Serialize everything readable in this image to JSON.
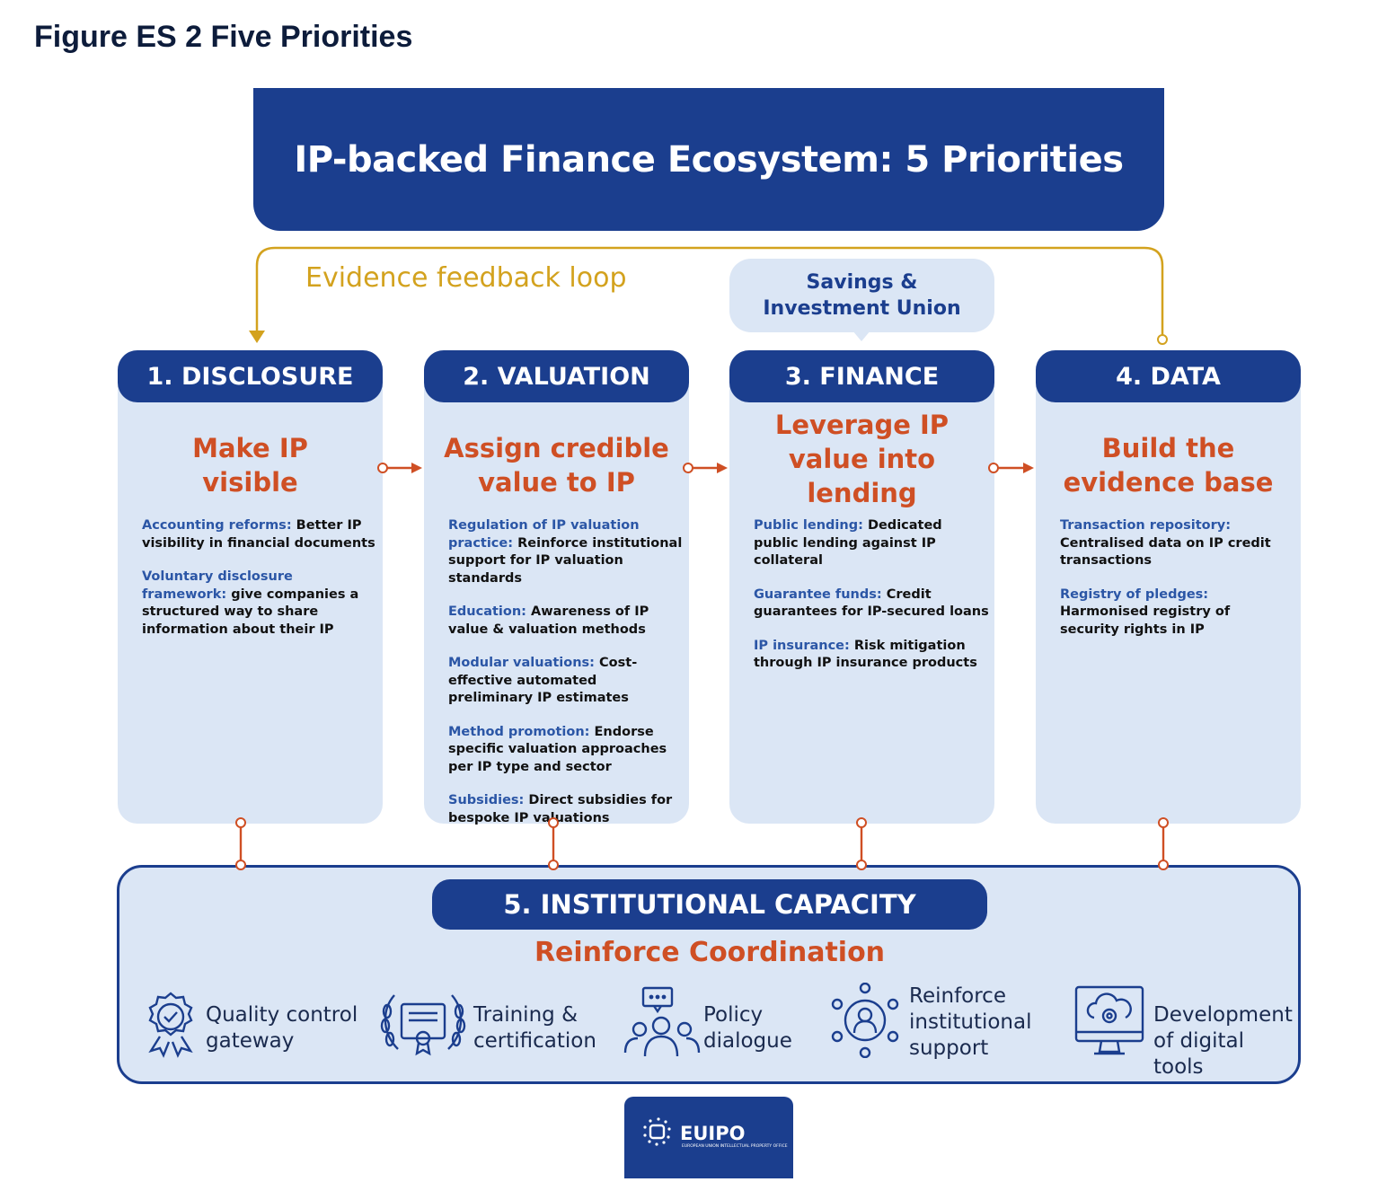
{
  "figure_title": "Figure ES 2 Five Priorities",
  "banner_title": "IP-backed Finance Ecosystem: 5 Priorities",
  "loop_label": "Evidence feedback loop",
  "callout": "Savings & Investment Union",
  "colors": {
    "navy": "#1b3e8e",
    "light_blue": "#dbe6f5",
    "orange": "#cf4f24",
    "gold": "#d3a21e",
    "link_blue": "#2b56a6"
  },
  "priorities": [
    {
      "header": "1. DISCLOSURE",
      "subtitle": "Make IP visible",
      "items": [
        {
          "key": "Accounting reforms:",
          "text": " Better IP visibility in financial documents"
        },
        {
          "key": "Voluntary disclosure framework:",
          "text": " give companies a structured way to share information about their IP"
        }
      ]
    },
    {
      "header": "2. VALUATION",
      "subtitle": "Assign credible value to IP",
      "items": [
        {
          "key": "Regulation of IP valuation practice:",
          "text": " Reinforce institutional support for IP valuation standards"
        },
        {
          "key": "Education:",
          "text": " Awareness of IP value & valuation methods"
        },
        {
          "key": "Modular valuations:",
          "text": " Cost-effective automated preliminary IP estimates"
        },
        {
          "key": "Method promotion:",
          "text": " Endorse specific valuation approaches per IP type and sector"
        },
        {
          "key": "Subsidies:",
          "text": " Direct subsidies for bespoke IP valuations"
        }
      ]
    },
    {
      "header": "3. FINANCE",
      "subtitle": "Leverage IP value into lending",
      "items": [
        {
          "key": "Public lending:",
          "text": " Dedicated public lending against IP collateral"
        },
        {
          "key": "Guarantee funds:",
          "text": " Credit guarantees for IP-secured loans"
        },
        {
          "key": "IP insurance:",
          "text": " Risk mitigation through IP insurance products"
        }
      ]
    },
    {
      "header": "4. DATA",
      "subtitle": "Build the evidence base",
      "items": [
        {
          "key": "Transaction repository:",
          "text": " Centralised data on IP credit transactions"
        },
        {
          "key": "Registry of pledges:",
          "text": " Harmonised registry of security rights in IP"
        }
      ]
    }
  ],
  "capacity": {
    "header": "5. INSTITUTIONAL CAPACITY",
    "subtitle": "Reinforce Coordination",
    "items": [
      {
        "label": "Quality control gateway",
        "icon": "badge-check-icon"
      },
      {
        "label": "Training & certification",
        "icon": "certificate-laurel-icon"
      },
      {
        "label": "Policy dialogue",
        "icon": "group-speech-icon"
      },
      {
        "label": "Reinforce institutional support",
        "icon": "network-person-icon"
      },
      {
        "label": "Development of digital tools",
        "icon": "monitor-cloud-gear-icon"
      }
    ]
  },
  "logo": {
    "name": "EUIPO",
    "tagline": "EUROPEAN UNION INTELLECTUAL PROPERTY OFFICE"
  }
}
